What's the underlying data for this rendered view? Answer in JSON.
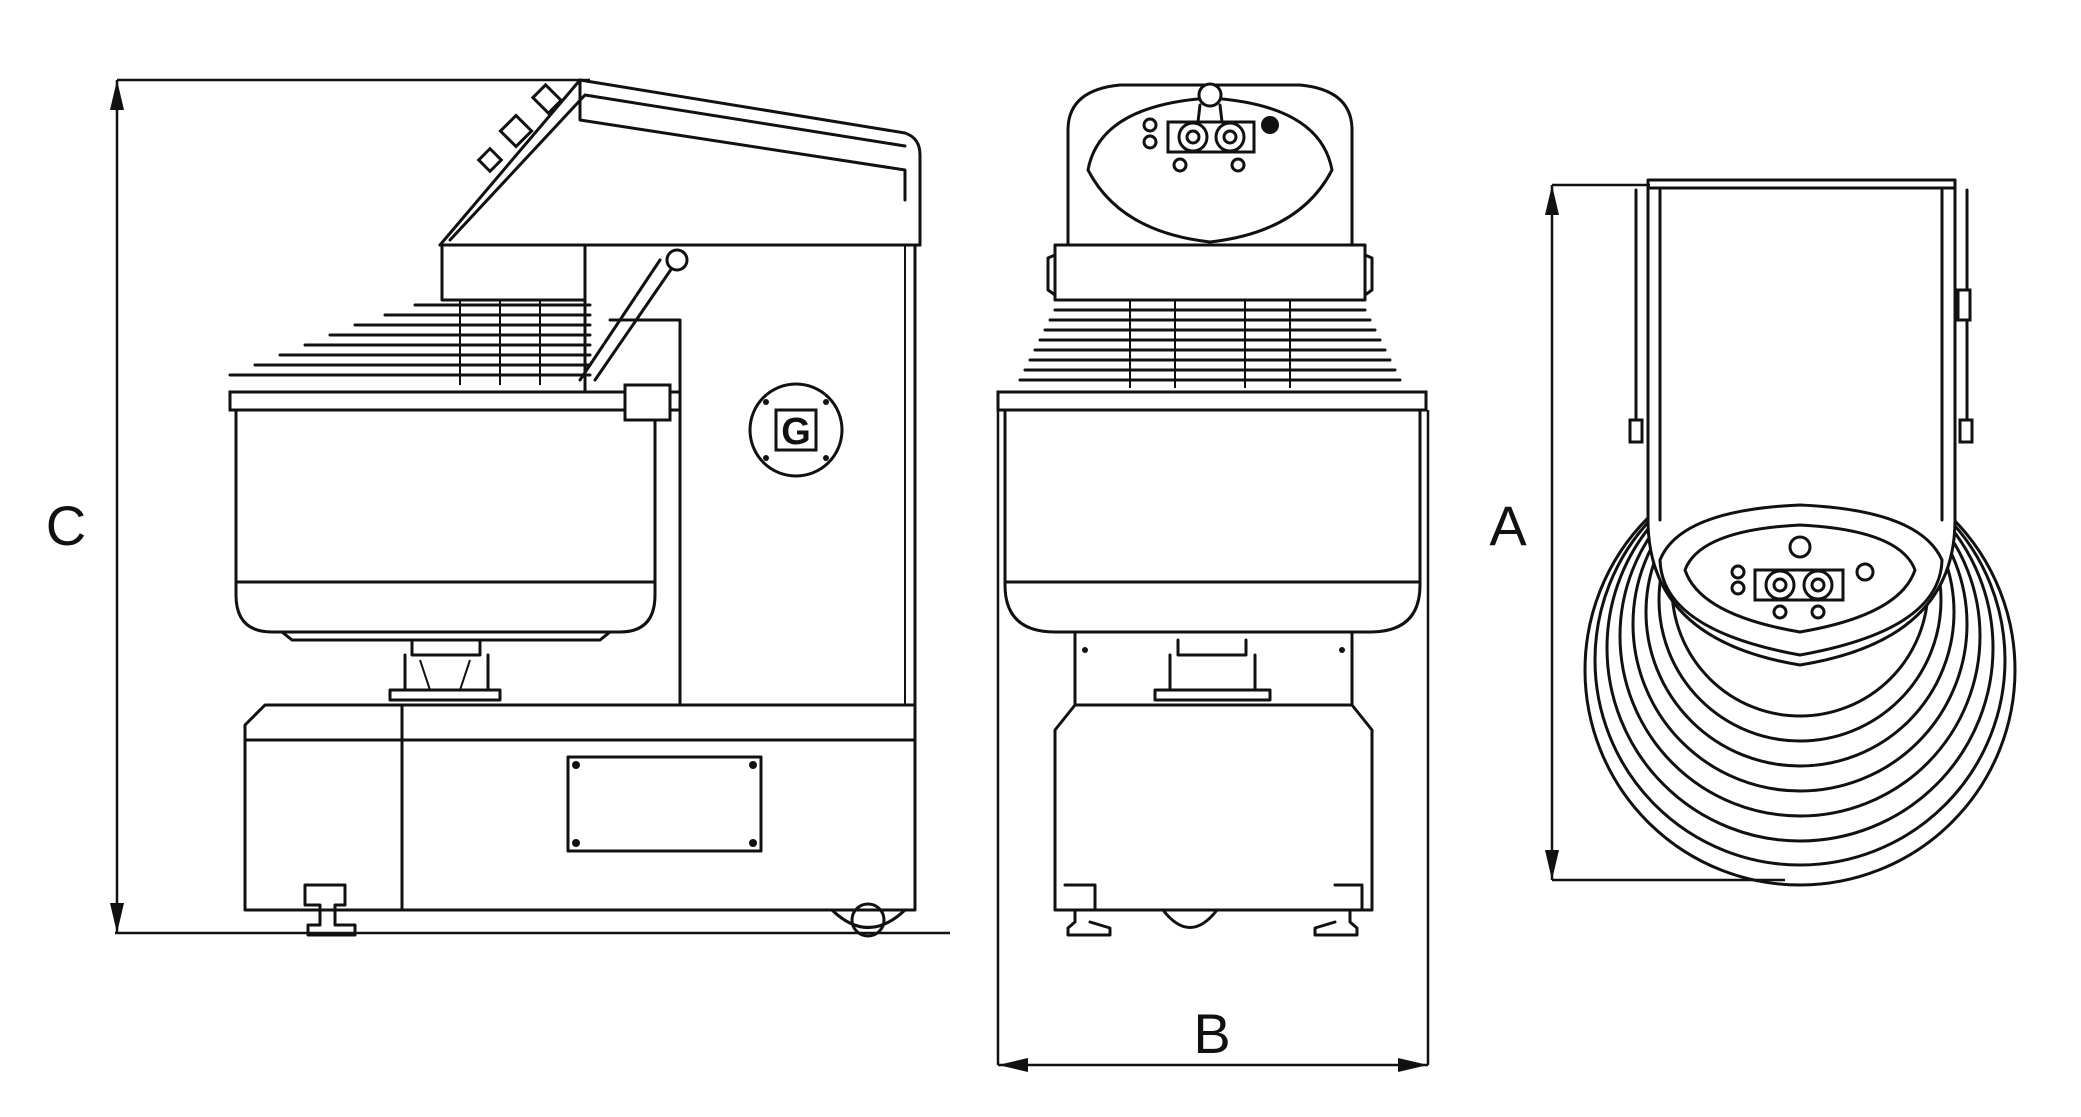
{
  "dimensions": {
    "depth_label": "A",
    "width_label": "B",
    "height_label": "C"
  },
  "logo": {
    "letter": "G"
  },
  "colors": {
    "line": "#111111",
    "background": "#ffffff"
  },
  "views": [
    "side-view",
    "front-view",
    "top-view"
  ]
}
